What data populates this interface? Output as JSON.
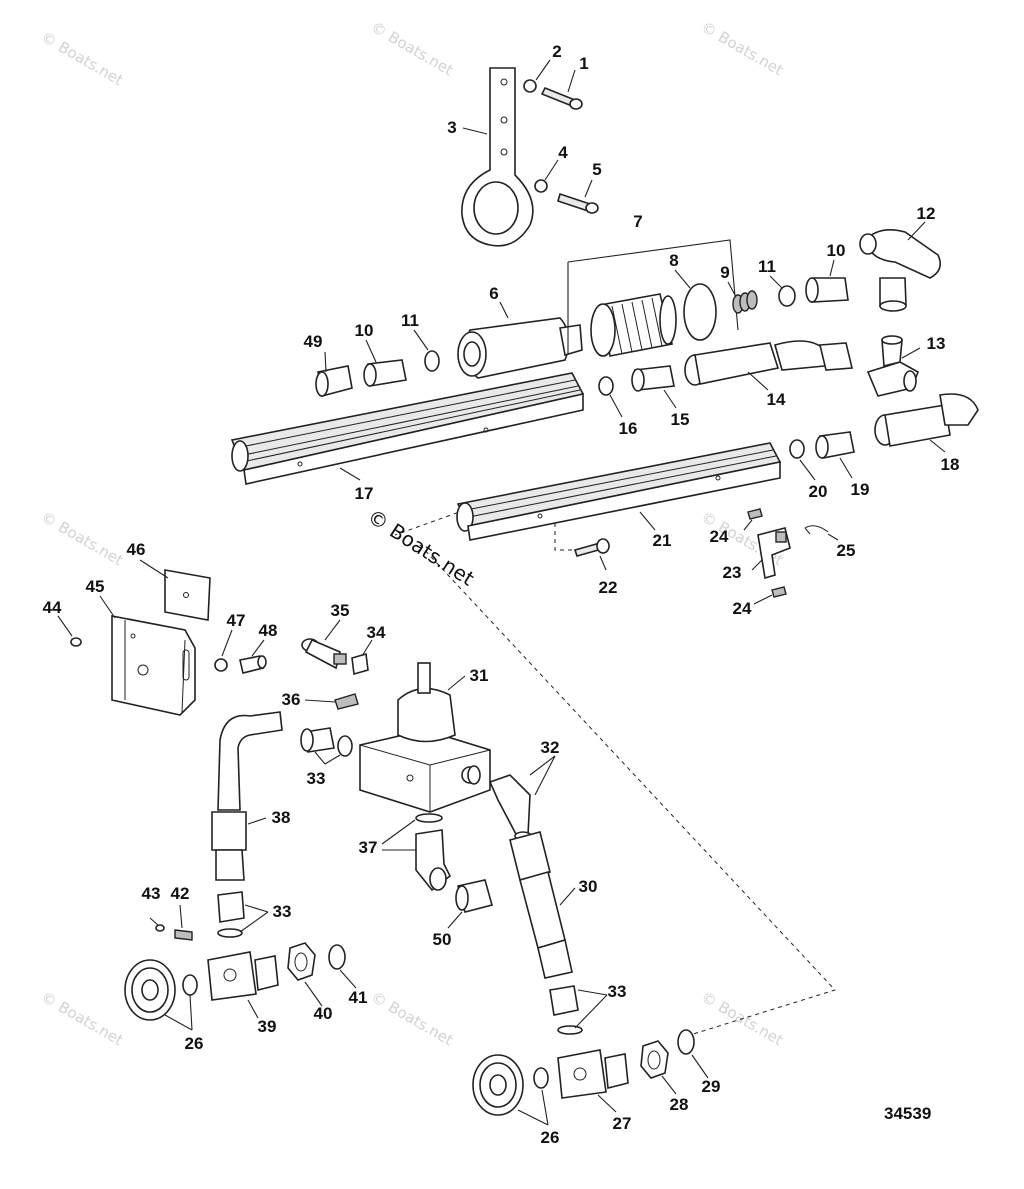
{
  "diagram_number": "34539",
  "watermark_text": "© Boats.net",
  "callouts": [
    {
      "id": "c1",
      "text": "1"
    },
    {
      "id": "c2",
      "text": "2"
    },
    {
      "id": "c3",
      "text": "3"
    },
    {
      "id": "c4",
      "text": "4"
    },
    {
      "id": "c5",
      "text": "5"
    },
    {
      "id": "c6",
      "text": "6"
    },
    {
      "id": "c7",
      "text": "7"
    },
    {
      "id": "c8",
      "text": "8"
    },
    {
      "id": "c9",
      "text": "9"
    },
    {
      "id": "c10a",
      "text": "10"
    },
    {
      "id": "c10b",
      "text": "10"
    },
    {
      "id": "c11a",
      "text": "11"
    },
    {
      "id": "c11b",
      "text": "11"
    },
    {
      "id": "c12",
      "text": "12"
    },
    {
      "id": "c13",
      "text": "13"
    },
    {
      "id": "c14",
      "text": "14"
    },
    {
      "id": "c15",
      "text": "15"
    },
    {
      "id": "c16",
      "text": "16"
    },
    {
      "id": "c17",
      "text": "17"
    },
    {
      "id": "c18",
      "text": "18"
    },
    {
      "id": "c19",
      "text": "19"
    },
    {
      "id": "c20",
      "text": "20"
    },
    {
      "id": "c21",
      "text": "21"
    },
    {
      "id": "c22",
      "text": "22"
    },
    {
      "id": "c23",
      "text": "23"
    },
    {
      "id": "c24a",
      "text": "24"
    },
    {
      "id": "c24b",
      "text": "24"
    },
    {
      "id": "c25",
      "text": "25"
    },
    {
      "id": "c26a",
      "text": "26"
    },
    {
      "id": "c26b",
      "text": "26"
    },
    {
      "id": "c27",
      "text": "27"
    },
    {
      "id": "c28",
      "text": "28"
    },
    {
      "id": "c29",
      "text": "29"
    },
    {
      "id": "c30",
      "text": "30"
    },
    {
      "id": "c31",
      "text": "31"
    },
    {
      "id": "c32",
      "text": "32"
    },
    {
      "id": "c33a",
      "text": "33"
    },
    {
      "id": "c33b",
      "text": "33"
    },
    {
      "id": "c33c",
      "text": "33"
    },
    {
      "id": "c34",
      "text": "34"
    },
    {
      "id": "c35",
      "text": "35"
    },
    {
      "id": "c36",
      "text": "36"
    },
    {
      "id": "c37",
      "text": "37"
    },
    {
      "id": "c38",
      "text": "38"
    },
    {
      "id": "c39",
      "text": "39"
    },
    {
      "id": "c40",
      "text": "40"
    },
    {
      "id": "c41",
      "text": "41"
    },
    {
      "id": "c42",
      "text": "42"
    },
    {
      "id": "c43",
      "text": "43"
    },
    {
      "id": "c44",
      "text": "44"
    },
    {
      "id": "c45",
      "text": "45"
    },
    {
      "id": "c46",
      "text": "46"
    },
    {
      "id": "c47",
      "text": "47"
    },
    {
      "id": "c48",
      "text": "48"
    },
    {
      "id": "c49",
      "text": "49"
    },
    {
      "id": "c50",
      "text": "50"
    }
  ]
}
